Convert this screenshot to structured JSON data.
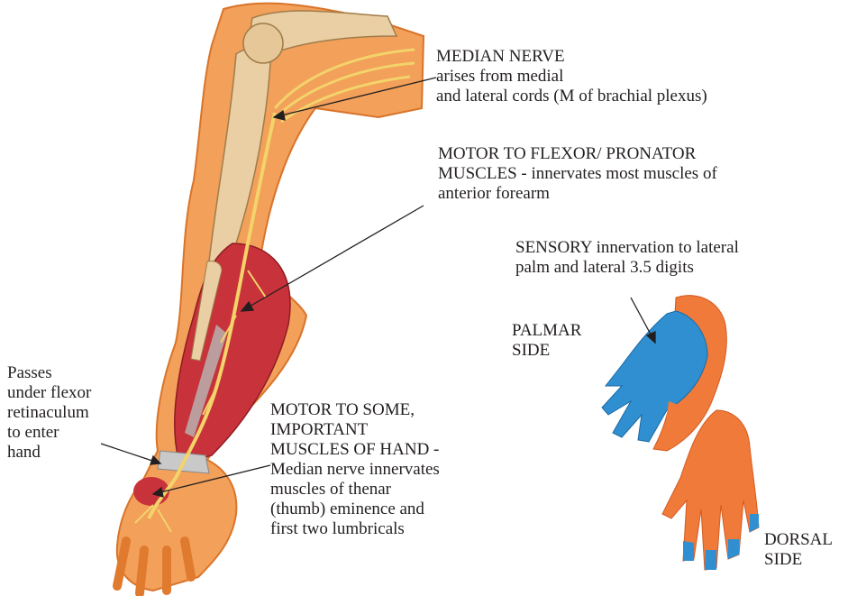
{
  "labels": {
    "median_nerve": {
      "title": "MEDIAN NERVE",
      "line1": "arises from medial",
      "line2": "and lateral cords (M of brachial plexus)"
    },
    "motor_flexor": {
      "line1": "MOTOR TO FLEXOR/ PRONATOR",
      "line2": "MUSCLES - innervates most muscles of",
      "line3": "anterior forearm"
    },
    "sensory": {
      "line1": "SENSORY innervation to lateral",
      "line2": "palm and lateral 3.5 digits"
    },
    "palmar_side": {
      "line1": "PALMAR",
      "line2": "SIDE"
    },
    "dorsal_side": {
      "line1": "DORSAL",
      "line2": "SIDE"
    },
    "passes": {
      "line1": "Passes",
      "line2": "under flexor",
      "line3": "retinaculum",
      "line4": "to enter",
      "line5": "hand"
    },
    "motor_hand": {
      "line1": "MOTOR TO SOME,",
      "line2": "IMPORTANT",
      "line3": "MUSCLES OF HAND -",
      "line4": "Median nerve innervates",
      "line5": "muscles of thenar",
      "line6": "(thumb) eminence and",
      "line7": "first two lumbricals"
    }
  },
  "colors": {
    "skin": "#f2a05a",
    "skin_dark": "#e07a2e",
    "bone": "#e9cfa3",
    "muscle": "#c8323a",
    "nerve": "#f3d36a",
    "sensory_area": "#2f8fd0",
    "dorsal_hand": "#f07a3a"
  }
}
